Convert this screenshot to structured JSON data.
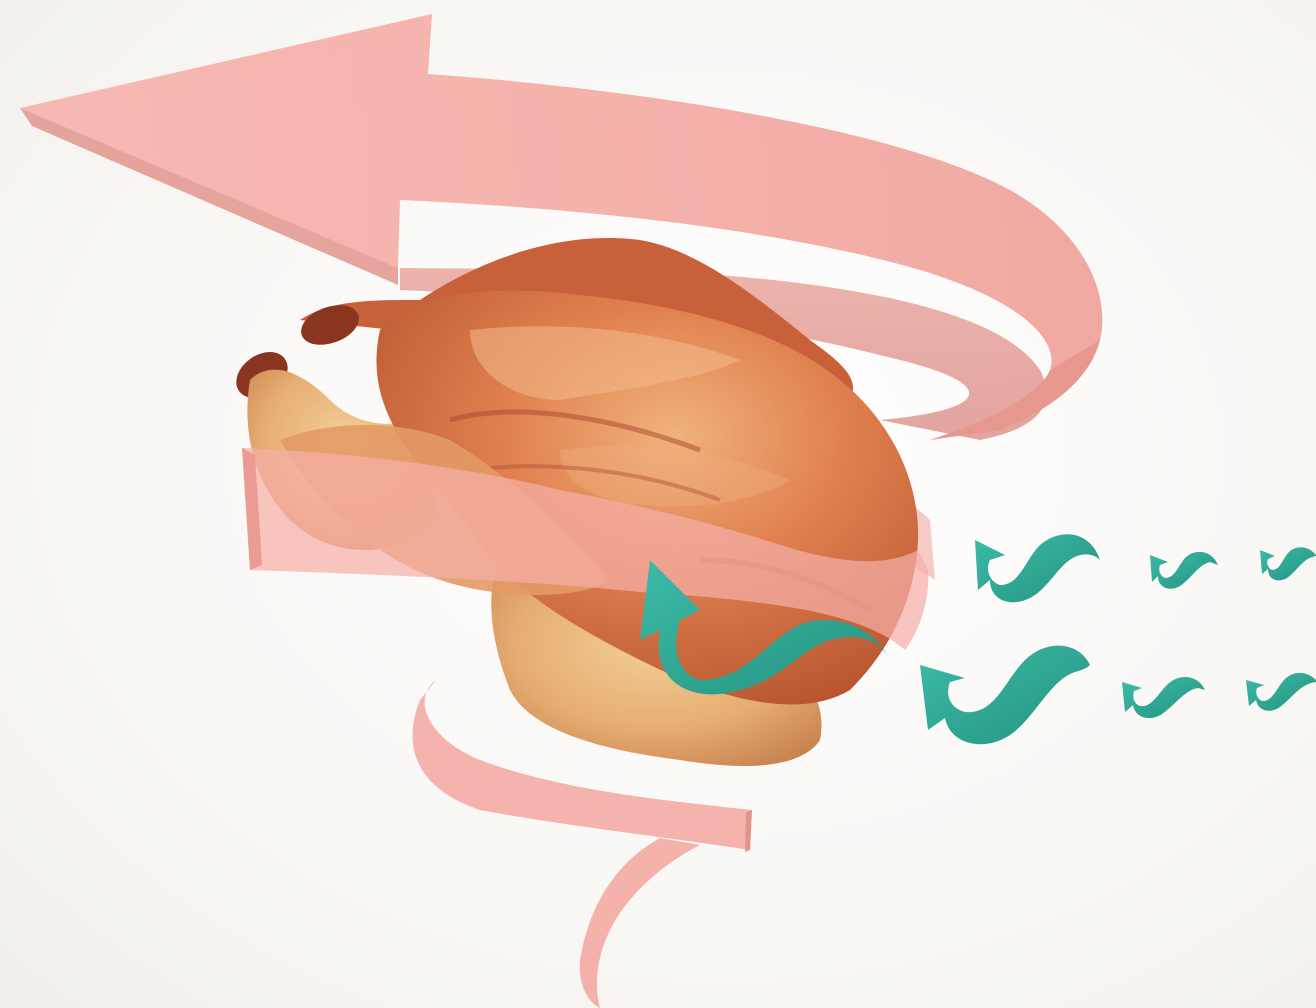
{
  "scene": {
    "subject": "roast-chicken",
    "primary_element": "pink-spiral-ribbon-arrow",
    "secondary_elements": "teal-curved-arrows",
    "colors": {
      "background": "#f8f6f3",
      "ribbon": "#f4a9a2",
      "ribbon_dark": "#e8938c",
      "arrow": "#2fae9c",
      "arrow_dark": "#1f8f7f",
      "chicken_skin": "#d9704a",
      "chicken_light": "#e8b078",
      "chicken_dark": "#a8462a"
    }
  }
}
